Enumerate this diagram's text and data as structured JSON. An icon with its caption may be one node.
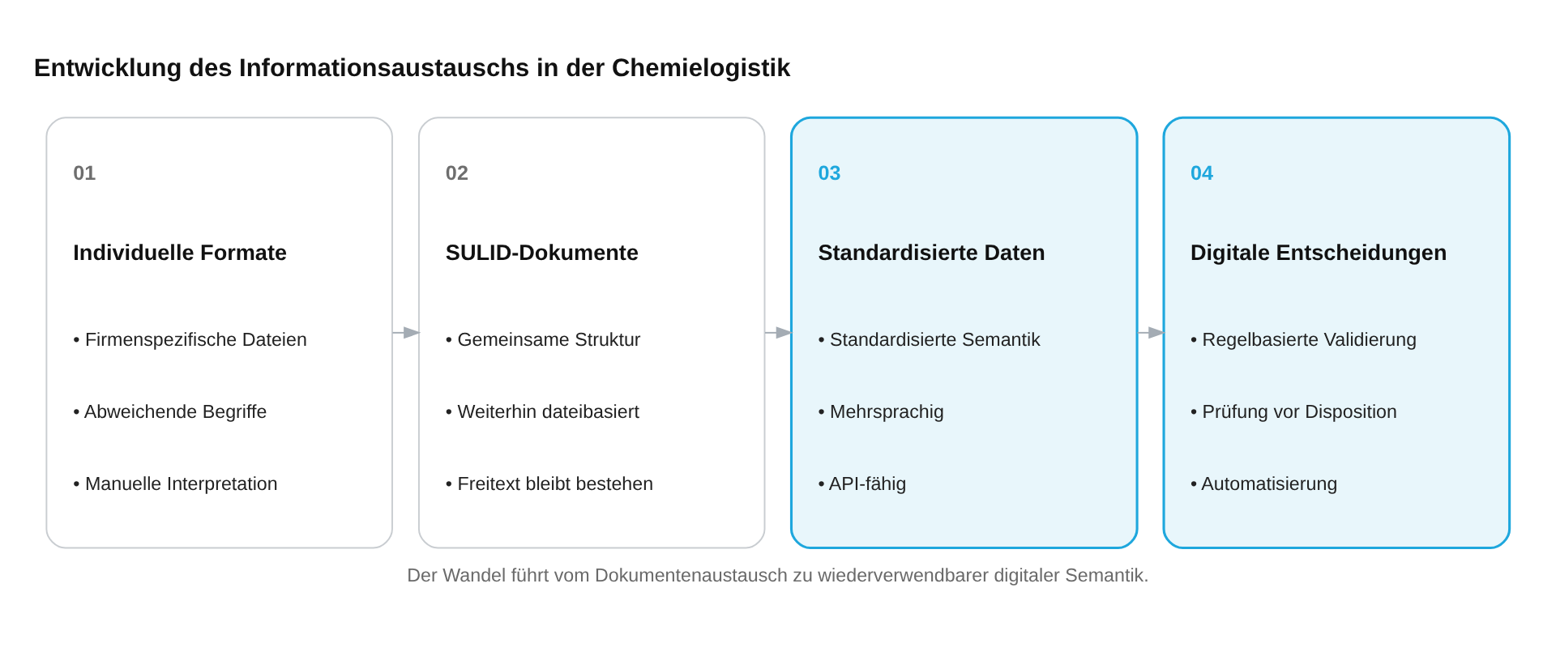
{
  "diagram": {
    "title": "Entwicklung des Informationsaustauschs in der Chemielogistik",
    "caption": "Der Wandel führt vom Dokumentenaustausch zu wiederverwendbarer digitaler Semantik.",
    "nodes": [
      {
        "text": [
          "01",
          "Individuelle Formate",
          "• Firmenspezifische Dateien",
          "• Abweichende Begriffe",
          "• Manuelle Interpretation"
        ]
      },
      {
        "text": [
          "02",
          "SULID-Dokumente",
          "• Gemeinsame Struktur",
          "• Weiterhin dateibasiert",
          "• Freitext bleibt bestehen"
        ]
      },
      {
        "text": [
          "03",
          "Standardisierte Daten",
          "• Standardisierte Semantik",
          "• Mehrsprachig",
          "• API-fähig"
        ]
      },
      {
        "text": [
          "04",
          "Digitale Entscheidungen",
          "• Regelbasierte Validierung",
          "• Prüfung vor Disposition",
          "• Automatisierung"
        ]
      }
    ],
    "edges": [
      {
        "from": 0,
        "to": 1,
        "arrow": "to"
      },
      {
        "from": 1,
        "to": 2,
        "arrow": "to"
      },
      {
        "from": 2,
        "to": 3,
        "arrow": "to"
      }
    ]
  }
}
